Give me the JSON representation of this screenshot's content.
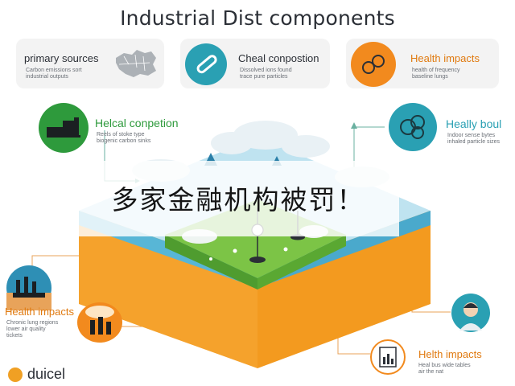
{
  "title": "Industrial Dist components",
  "cards": {
    "sources": {
      "label": "primary sources",
      "desc": [
        "Carbon emissions sort",
        "industrial outputs"
      ]
    },
    "chemical": {
      "label": "Cheal conpostion",
      "desc": [
        "Dissolved ions found",
        "trace pure particles"
      ]
    },
    "health_top": {
      "label": "Health impacts",
      "desc": [
        "health of frequency",
        "baseline lungs"
      ]
    }
  },
  "left_top": {
    "label": "Helcal conpetion",
    "desc": [
      "Reels of stoke type",
      "biogenic carbon sinks"
    ]
  },
  "right_top": {
    "label": "Heally boul",
    "desc": [
      "Indoor sense bytes",
      "inhaled particle sizes"
    ]
  },
  "left_bottom": {
    "label": "Health impacts",
    "desc": [
      "Chronic lung regions",
      "lower air quality",
      "tickets"
    ]
  },
  "right_bottom": {
    "label": "Helth impacts",
    "desc": [
      "Heal bus wide tables",
      "air the nat"
    ]
  },
  "banner": "多家金融机构被罚！",
  "logo": "duicel",
  "colors": {
    "teal": "#2aa0b3",
    "orange": "#f28a1e",
    "green": "#2e9a3c",
    "health_text": "#e07a10"
  }
}
